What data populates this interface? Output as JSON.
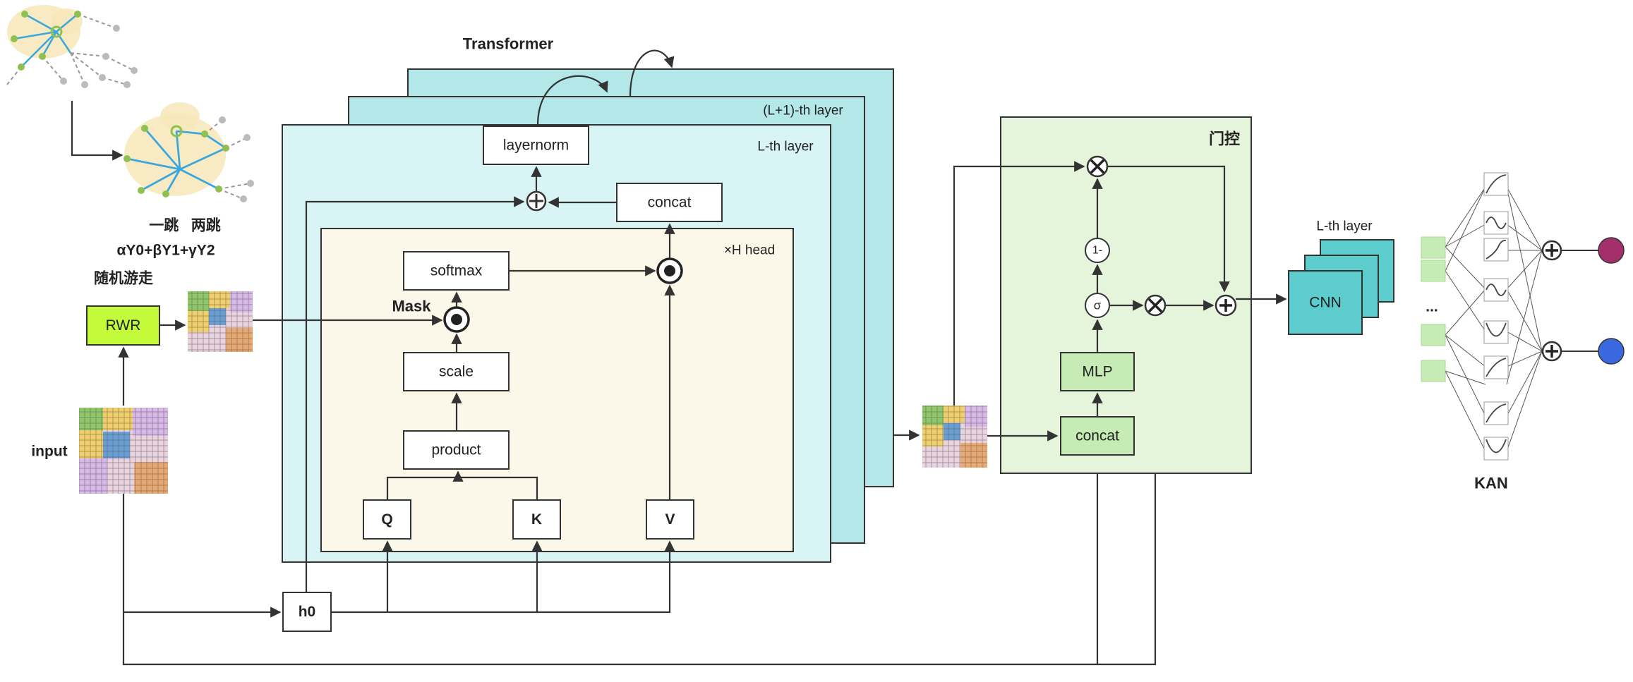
{
  "diagram": {
    "transformer": {
      "title": "Transformer",
      "layer_l1": "(L+1)-th layer",
      "layer_l": "L-th layer",
      "head_label": "×H head",
      "mask_label": "Mask",
      "nodes": {
        "layernorm": "layernorm",
        "concat": "concat",
        "softmax": "softmax",
        "scale": "scale",
        "product": "product",
        "q": "Q",
        "k": "K",
        "v": "V"
      }
    },
    "left": {
      "hop_labels": "一跳   两跳",
      "formula": "αY0+βY1+γY2",
      "rwr_caption": "随机游走",
      "rwr_box": "RWR",
      "input_label": "input",
      "h0": "h0"
    },
    "gate": {
      "title": "门控",
      "one_minus": "1-",
      "sigma": "σ",
      "mlp": "MLP",
      "concat": "concat"
    },
    "cnn": {
      "layer_label": "L-th layer",
      "box": "CNN"
    },
    "kan": {
      "label": "KAN",
      "ellipsis": "..."
    },
    "colors": {
      "layer_back": "#b4e8e8",
      "layer_front": "#d8f4f4",
      "head_bg": "#fbf7e9",
      "gate_bg": "#e5f5dc",
      "green_box": "#c7ebb4",
      "rwr": "#c3fa3a",
      "cnn": "#5ccccc",
      "out_purple": "#a3306a",
      "out_blue": "#3a68e0",
      "edge_blue": "#3aa7dd"
    }
  }
}
